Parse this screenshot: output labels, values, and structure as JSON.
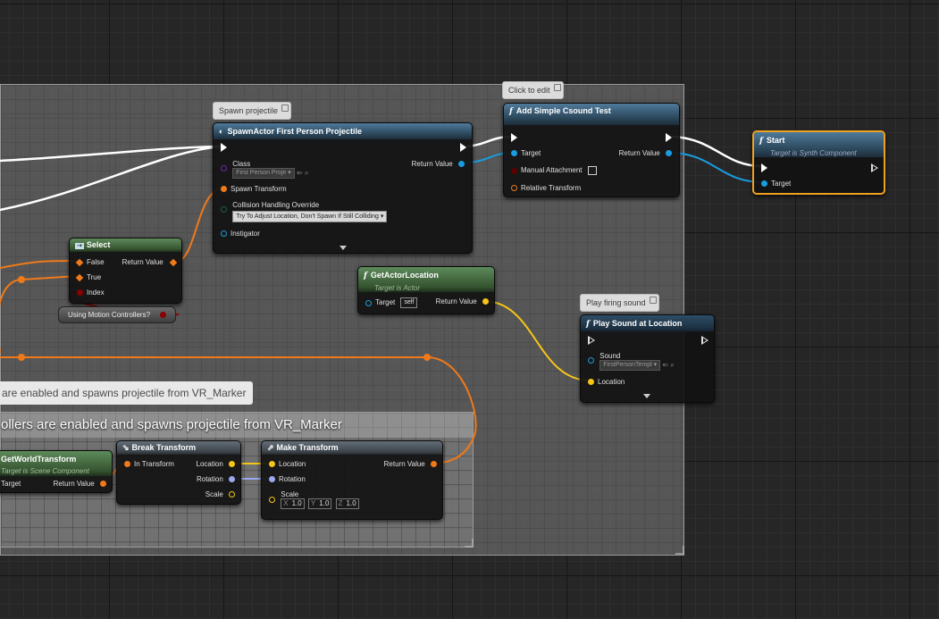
{
  "comment_box": {
    "title_large": "ollers are enabled and spawns projectile from VR_Marker",
    "title_bubble": "are enabled and spawns projectile from VR_Marker",
    "click_to_edit": "Click to edit"
  },
  "bubbles": {
    "spawn_projectile": "Spawn projectile",
    "play_firing_sound": "Play firing sound"
  },
  "nodes": {
    "spawn_actor": {
      "title": "SpawnActor First Person Projectile",
      "class_label": "Class",
      "class_value": "First Person Proje",
      "spawn_transform": "Spawn Transform",
      "collision_label": "Collision Handling Override",
      "collision_value": "Try To Adjust Location, Don't Spawn If Still Colliding",
      "instigator": "Instigator",
      "return_value": "Return Value",
      "expand_icon": "chevron-down-icon"
    },
    "add_simple_csound": {
      "title": "Add Simple Csound Test",
      "target": "Target",
      "manual_attachment": "Manual Attachment",
      "relative_transform": "Relative Transform",
      "return_value": "Return Value"
    },
    "start": {
      "title": "Start",
      "subtitle": "Target is Synth Component",
      "target": "Target"
    },
    "select": {
      "title": "Select",
      "false": "False",
      "true": "True",
      "index": "Index",
      "return_value": "Return Value"
    },
    "using_motion": {
      "label": "Using Motion Controllers?"
    },
    "get_actor_location": {
      "title": "GetActorLocation",
      "subtitle": "Target is Actor",
      "target": "Target",
      "target_value": "self",
      "return_value": "Return Value"
    },
    "play_sound": {
      "title": "Play Sound at Location",
      "sound": "Sound",
      "sound_value": "FirstPersonTempl",
      "location": "Location"
    },
    "get_world_transform": {
      "title": "GetWorldTransform",
      "subtitle": "Target is Scene Component",
      "target": "Target",
      "return_value": "Return Value"
    },
    "break_transform": {
      "title": "Break Transform",
      "in_transform": "In Transform",
      "location": "Location",
      "rotation": "Rotation",
      "scale": "Scale"
    },
    "make_transform": {
      "title": "Make Transform",
      "location": "Location",
      "rotation": "Rotation",
      "scale": "Scale",
      "return_value": "Return Value",
      "x_label": "X",
      "x_value": "1.0",
      "y_label": "Y",
      "y_value": "1.0",
      "z_label": "Z",
      "z_value": "1.0"
    }
  },
  "colors": {
    "exec": "#ffffff",
    "object_pin": "#1a9de0",
    "struct_pin": "#f07a1a",
    "vector_pin": "#f5c518",
    "rotator_pin": "#9aa8f0",
    "class_pin": "#6a2bb0",
    "bool_pin": "#8b0000",
    "selected_border": "#f0a020"
  }
}
